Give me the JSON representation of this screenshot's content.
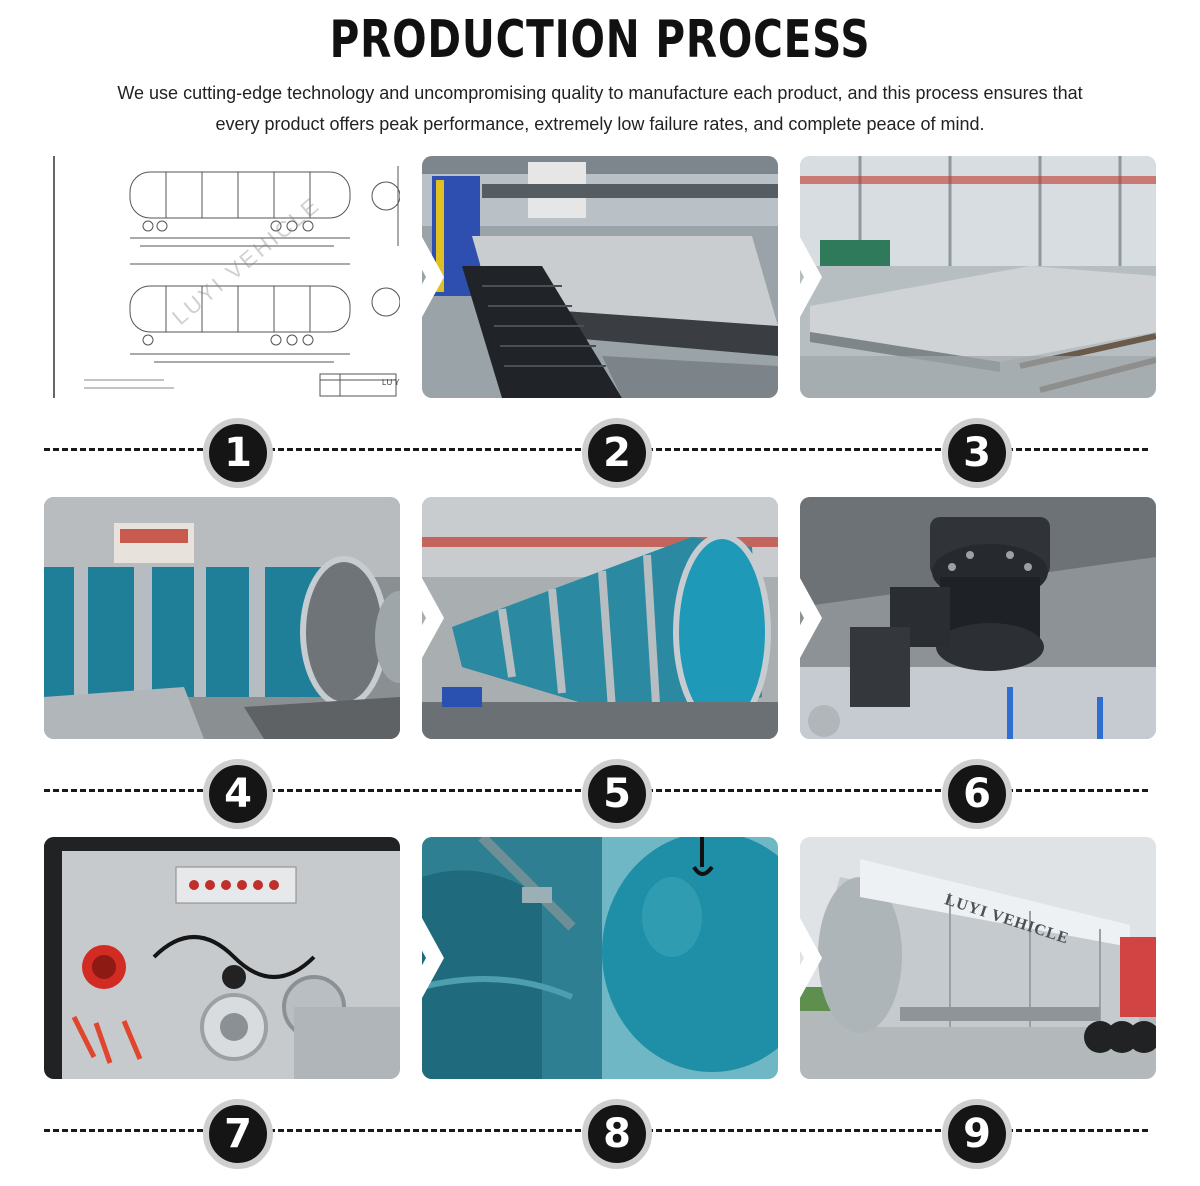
{
  "header": {
    "title": "PRODUCTION PROCESS",
    "intro_line1": "We use cutting-edge technology and uncompromising quality to manufacture each product, and this process ensures that",
    "intro_line2": "every product offers peak performance, extremely low failure rates, and complete peace of mind."
  },
  "steps": [
    {
      "number": "1",
      "image_icon": "technical-drawing-icon"
    },
    {
      "number": "2",
      "image_icon": "laser-cutting-icon"
    },
    {
      "number": "3",
      "image_icon": "metal-sheet-icon"
    },
    {
      "number": "4",
      "image_icon": "tank-rings-icon"
    },
    {
      "number": "5",
      "image_icon": "tank-body-icon"
    },
    {
      "number": "6",
      "image_icon": "valve-icon"
    },
    {
      "number": "7",
      "image_icon": "control-box-icon"
    },
    {
      "number": "8",
      "image_icon": "painting-icon"
    },
    {
      "number": "9",
      "image_icon": "tanker-trailer-icon"
    }
  ],
  "drawing_text": {
    "watermark": "LUYI VEHICLE",
    "title_block": "LU Y"
  },
  "tanker_brand": "LUYI VEHICLE",
  "colors": {
    "title": "#111111",
    "badge_bg": "#151515",
    "badge_ring": "#cfcfcf",
    "film_blue": "#1f8fa6"
  }
}
